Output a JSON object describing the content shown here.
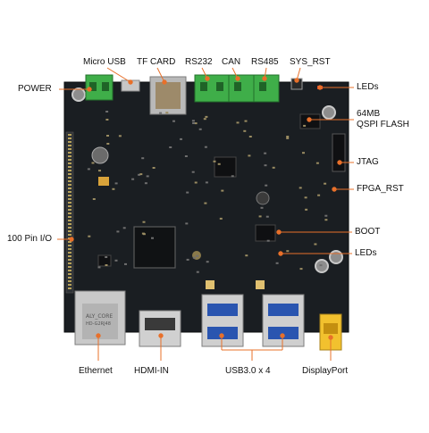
{
  "labels": {
    "micro_usb": "Micro USB",
    "tf_card": "TF CARD",
    "rs232": "RS232",
    "can": "CAN",
    "rs485": "RS485",
    "sys_rst": "SYS_RST",
    "power": "POWER",
    "leds_top": "LEDs",
    "qspi_flash": "64MB\nQSPI FLASH",
    "jtag": "JTAG",
    "fpga_rst": "FPGA_RST",
    "pin_io": "100 Pin I/O",
    "boot": "BOOT",
    "leds_bottom": "LEDs",
    "ethernet": "Ethernet",
    "hdmi_in": "HDMI-IN",
    "usb30": "USB3.0 x 4",
    "displayport": "DisplayPort"
  },
  "silkscreen": {
    "eth_text_1": "ALY_CORE",
    "eth_text_2": "HD-G2RJ48"
  },
  "colors": {
    "pcb": "#1a1e22",
    "terminal_green": "#3fae49",
    "leader_line": "#e8702a",
    "label_text": "#111111",
    "displayport_yellow": "#f2c12e"
  }
}
